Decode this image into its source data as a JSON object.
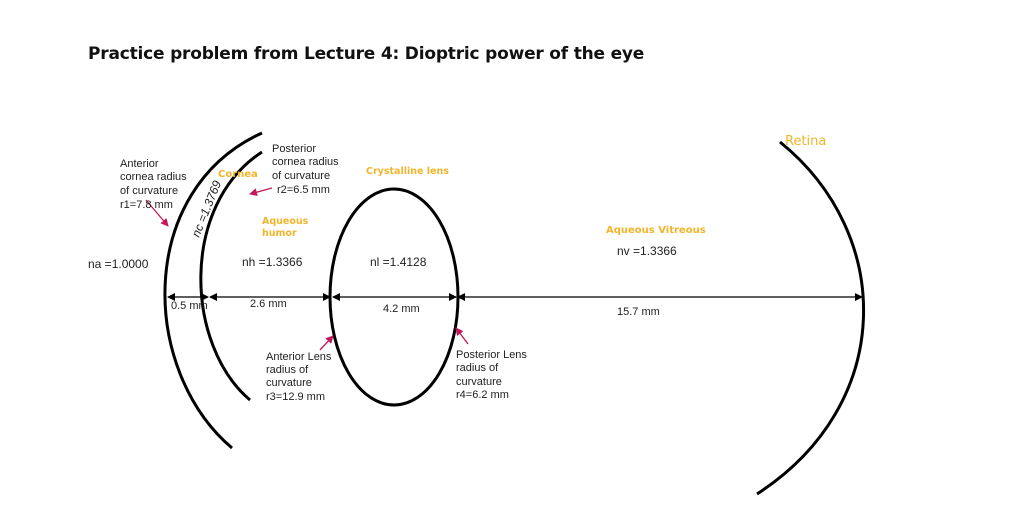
{
  "title": "Practice problem from Lecture 4: Dioptric power of the eye",
  "regions": {
    "cornea": "Cornea",
    "aqueous_humor": "Aqueous humor",
    "crystalline_lens": "Crystalline lens",
    "aqueous_vitreous": "Aqueous Vitreous",
    "retina": "Retina"
  },
  "annotations": {
    "anterior_cornea": [
      "Anterior",
      "cornea radius",
      "of curvature",
      "r1=7.8 mm"
    ],
    "posterior_cornea": [
      "Posterior",
      "cornea radius",
      "of curvature",
      "r2=6.5 mm"
    ],
    "anterior_lens": [
      "Anterior Lens",
      "radius of",
      "curvature",
      "r3=12.9 mm"
    ],
    "posterior_lens": [
      "Posterior Lens",
      "radius of",
      "curvature",
      "r4=6.2 mm"
    ]
  },
  "indices": {
    "na": "na =1.0000",
    "nc": "nc =1.3769",
    "nh": "nh =1.3366",
    "nl": "nl =1.4128",
    "nv": "nv =1.3366"
  },
  "distances": {
    "d1": "0.5 mm",
    "d2": "2.6 mm",
    "d3": "4.2 mm",
    "d4": "15.7 mm"
  },
  "colors": {
    "accent": "#f2b52a",
    "pointer": "#c2185b",
    "line": "#000000"
  }
}
